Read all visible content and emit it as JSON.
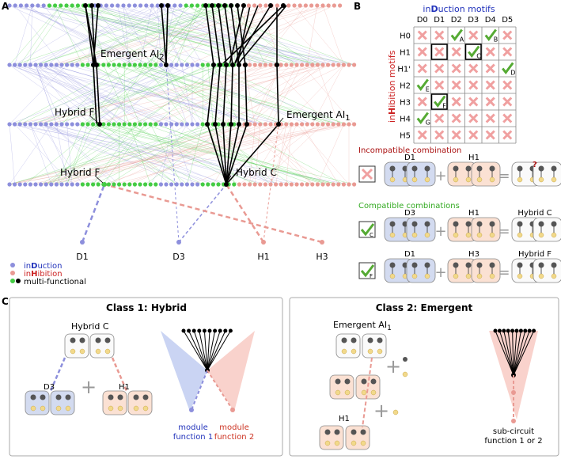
{
  "panel_letters": [
    "A",
    "B",
    "C"
  ],
  "panel_a": {
    "labels": {
      "emergent_ai2": "Emergent AI",
      "emergent_ai2_sub": "2",
      "emergent_ai1": "Emergent AI",
      "emergent_ai1_sub": "1",
      "hybrid_fp": "Hybrid F'",
      "hybrid_f": "Hybrid F",
      "hybrid_c": "Hybrid C"
    },
    "inputs": [
      "D1",
      "D3",
      "H1",
      "H3"
    ],
    "legend": [
      {
        "pre": "in",
        "bold": "D",
        "post": "uction",
        "color": "#2233bb"
      },
      {
        "pre": "in",
        "bold": "H",
        "post": "ibition",
        "color": "#cc2222"
      },
      {
        "pre": "",
        "bold": "",
        "post": "multi-functional",
        "color": "#111111"
      }
    ],
    "colors": {
      "blue": "#8d8fdc",
      "red": "#e99a93",
      "green": "#44cc44",
      "black": "#000000"
    }
  },
  "panel_b": {
    "title_pre": "in",
    "title_bold": "D",
    "title_post": "uction motifs",
    "side_pre": "in",
    "side_bold": "H",
    "side_post": "ibition motifs",
    "cols": [
      "D0",
      "D1",
      "D2",
      "D3",
      "D4",
      "D5"
    ],
    "rows": [
      "H0",
      "H1",
      "H1'",
      "H2",
      "H3",
      "H4",
      "H5"
    ],
    "checks": [
      {
        "row": 0,
        "col": 2,
        "tag": "A"
      },
      {
        "row": 0,
        "col": 4,
        "tag": "B"
      },
      {
        "row": 1,
        "col": 3,
        "tag": "C"
      },
      {
        "row": 2,
        "col": 5,
        "tag": "D"
      },
      {
        "row": 3,
        "col": 0,
        "tag": "E"
      },
      {
        "row": 4,
        "col": 1,
        "tag": "F"
      },
      {
        "row": 5,
        "col": 0,
        "tag": "G"
      }
    ],
    "boxed_cells": [
      {
        "row": 1,
        "col": 1
      },
      {
        "row": 1,
        "col": 3
      },
      {
        "row": 4,
        "col": 1
      }
    ],
    "incompatible_title": "Incompatible combination",
    "compatible_title": "Compatible combinations",
    "combos": [
      {
        "label1": "D1",
        "label2": "H1",
        "result": "",
        "mark": "x",
        "tag": ""
      },
      {
        "label1": "D3",
        "label2": "H1",
        "result": "Hybrid C",
        "mark": "check",
        "tag": "C"
      },
      {
        "label1": "D1",
        "label2": "H3",
        "result": "Hybrid F",
        "mark": "check",
        "tag": "F"
      }
    ],
    "colors": {
      "title": "#2233bb",
      "side": "#cc2222",
      "cross": "#f0a0a0",
      "check": "#55aa33",
      "incompatible": "#aa1111",
      "compatible": "#33aa22"
    }
  },
  "panel_c": {
    "class1_title": "Class 1: Hybrid",
    "class2_title": "Class 2: Emergent",
    "hybrid_c": "Hybrid C",
    "d3": "D3",
    "h1": "H1",
    "plus": "+",
    "module1": "module\nfunction 1",
    "module2": "module\nfunction 2",
    "emergent": "Emergent AI",
    "emergent_sub": "1",
    "h1b": "H1",
    "subcircuit": "sub-circuit\nfunction 1 or 2",
    "colors": {
      "blue": "#2233bb",
      "red": "#cc3322"
    }
  }
}
